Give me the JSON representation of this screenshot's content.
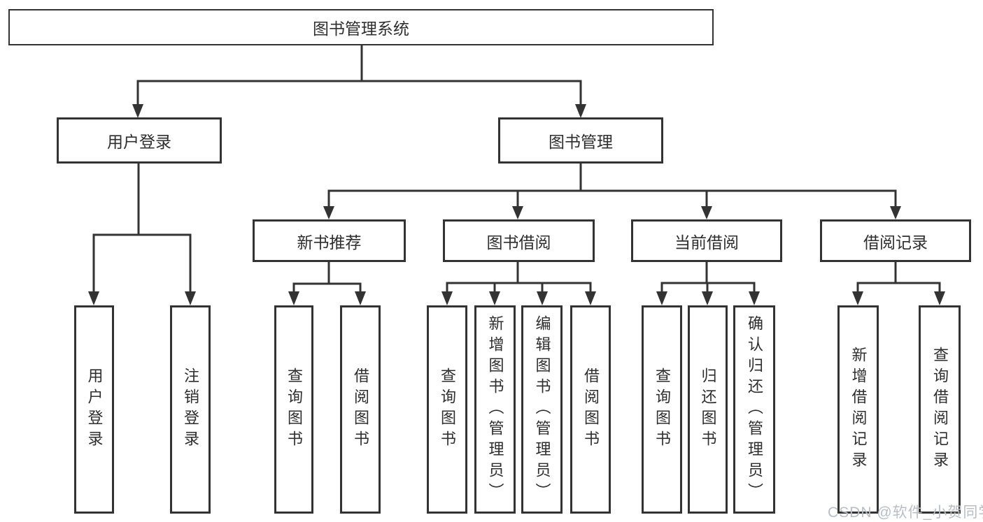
{
  "tree": {
    "label": "图书管理系统",
    "children": [
      {
        "label": "用户登录",
        "children": [
          {
            "label": "用户登录"
          },
          {
            "label": "注销登录"
          }
        ]
      },
      {
        "label": "图书管理",
        "children": [
          {
            "label": "新书推荐",
            "children": [
              {
                "label": "查询图书"
              },
              {
                "label": "借阅图书"
              }
            ]
          },
          {
            "label": "图书借阅",
            "children": [
              {
                "label": "查询图书"
              },
              {
                "label": "新增图书（管理员）"
              },
              {
                "label": "编辑图书（管理员）"
              },
              {
                "label": "借阅图书"
              }
            ]
          },
          {
            "label": "当前借阅",
            "children": [
              {
                "label": "查询图书"
              },
              {
                "label": "归还图书"
              },
              {
                "label": "确认归还（管理员）"
              }
            ]
          },
          {
            "label": "借阅记录",
            "children": [
              {
                "label": "新增借阅记录"
              },
              {
                "label": "查询借阅记录"
              }
            ]
          }
        ]
      }
    ]
  },
  "watermark": "CSDN @软件_小贺同学",
  "colors": {
    "line": "#333333",
    "text": "#2e2e2e",
    "box_background": "#ffffff",
    "page_background": "#ffffff",
    "watermark": "#b8bdc6"
  }
}
